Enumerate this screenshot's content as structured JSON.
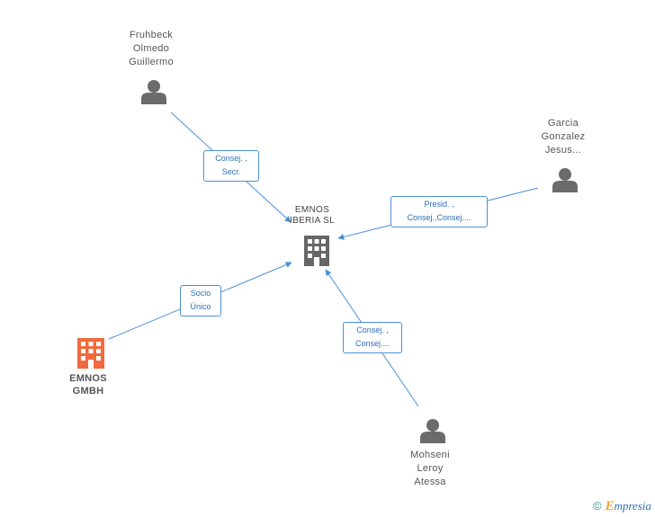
{
  "colors": {
    "accent": "#4a90d9",
    "person": "#6b6b6b",
    "company": "#666666",
    "company_highlight": "#f26a3d"
  },
  "nodes": {
    "fruhbeck": {
      "lines": [
        "Fruhbeck",
        "Olmedo",
        "Guillermo"
      ],
      "icon": "person-icon"
    },
    "garcia": {
      "lines": [
        "Garcia",
        "Gonzalez",
        "Jesus..."
      ],
      "icon": "person-icon"
    },
    "emnos_iberia": {
      "lines": [
        "EMNOS",
        "IBERIA SL"
      ],
      "icon": "building-icon"
    },
    "emnos_gmbh": {
      "lines": [
        "EMNOS",
        "GMBH"
      ],
      "icon": "building-icon"
    },
    "mohseni": {
      "lines": [
        "Mohseni",
        "Leroy",
        "Atessa"
      ],
      "icon": "person-icon"
    }
  },
  "relations": {
    "fruhbeck": [
      "Consej. ,",
      "Secr."
    ],
    "garcia": [
      "Presid. ,",
      "Consej.,Consej...."
    ],
    "emnos_gmbh": [
      "Socio",
      "Único"
    ],
    "mohseni": [
      "Consej. ,",
      "Consej...."
    ]
  },
  "footer": {
    "copyright": "©",
    "brand_initial": "E",
    "brand_rest": "mpresia"
  }
}
